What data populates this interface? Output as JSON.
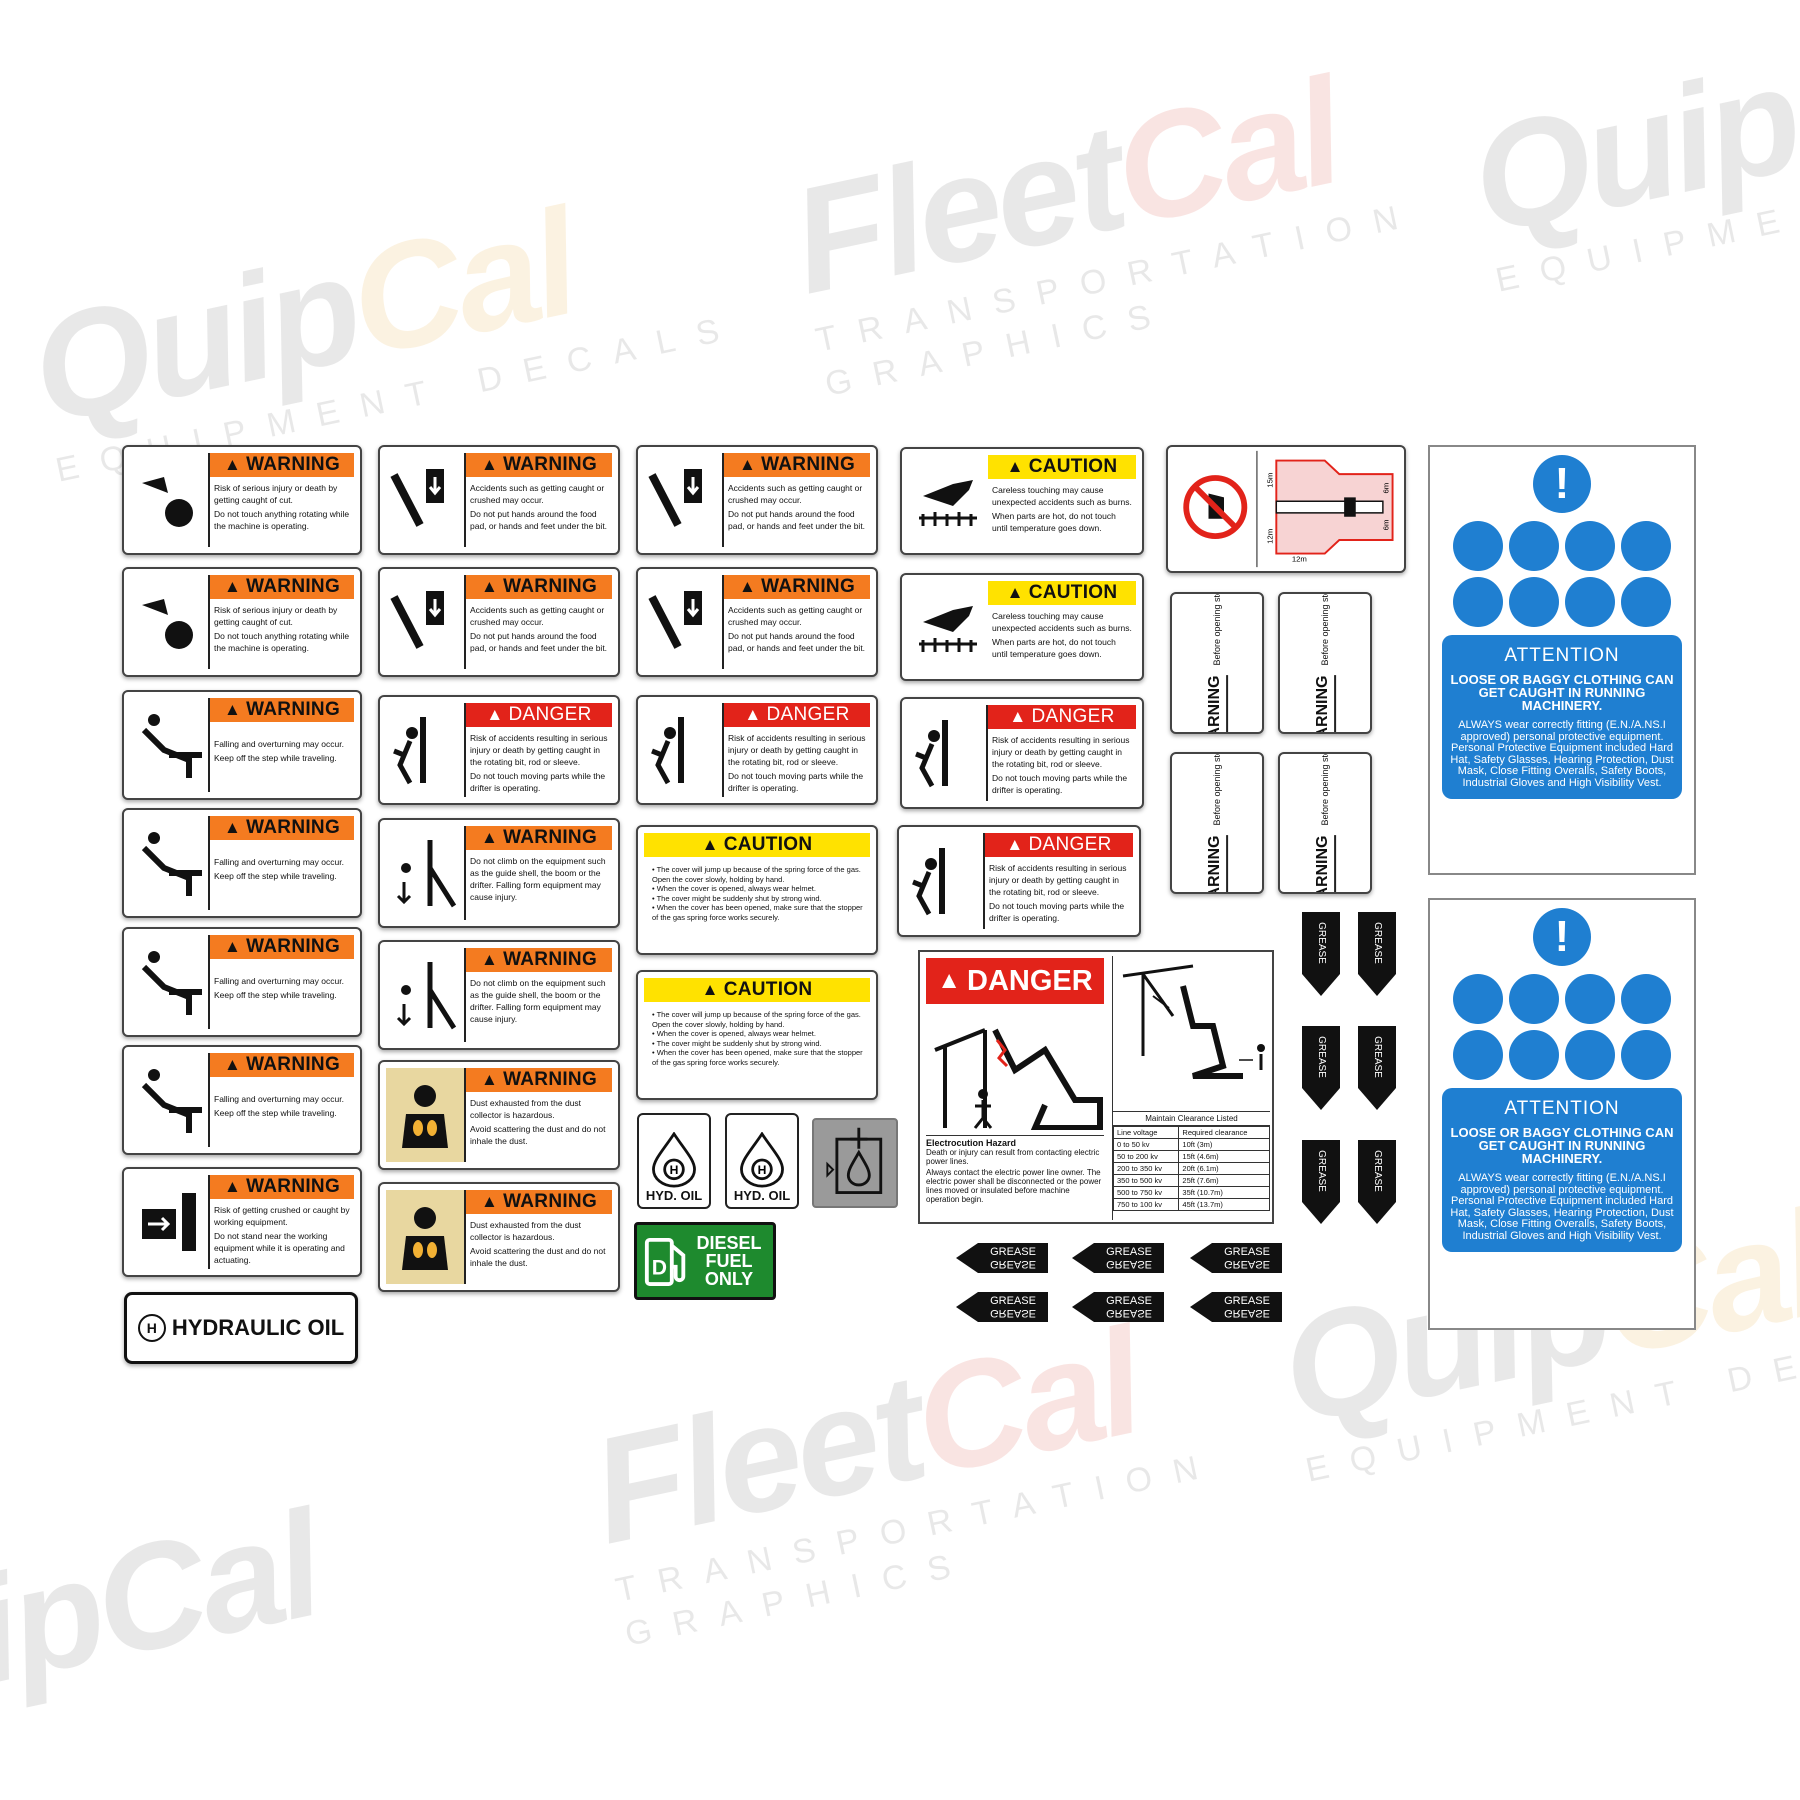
{
  "watermarks": {
    "fleet_a": "Fleet",
    "fleet_b": "Cal",
    "fleet_sub1": "TRANSPORTATION",
    "fleet_sub2": "GRAPHICS",
    "quip_a": "Quip",
    "quip_b": "Cal",
    "quip_sub": "EQUIPMENT DECALS"
  },
  "labels": {
    "warning": "WARNING",
    "danger": "DANGER",
    "caution": "CAUTION",
    "attention": "ATTENTION",
    "grease": "GREASE",
    "hyd_oil": "HYD. OIL",
    "hydraulic_oil": "HYDRAULIC OIL",
    "diesel_1": "DIESEL",
    "diesel_2": "FUEL",
    "diesel_3": "ONLY",
    "stop_engine": "Before opening stop engine."
  },
  "texts": {
    "rotating_1": "Risk of serious injury or death by getting caught of cut.",
    "rotating_2": "Do not touch anything rotating while the machine is operating.",
    "feed_1": "Accidents such as getting caught or crushed may occur.",
    "feed_2": "Do not put hands around the food pad, or hands and feet under the bit.",
    "hot_1": "Careless touching may cause unexpected accidents such as burns.",
    "hot_2": "When parts are hot, do not touch until temperature goes down.",
    "fall_1": "Falling and overturning may occur.",
    "fall_2": "Keep off the step while traveling.",
    "rotbit_1": "Risk of accidents resulting in serious injury or death by getting caught in the rotating bit, rod or sleeve.",
    "rotbit_2": "Do not touch moving parts while the drifter is operating.",
    "climb_1": "Do not climb on the equipment such as the guide shell, the boom or the drifter.  Falling form equipment may cause injury.",
    "dust_1": "Dust exhausted from the dust collector is hazardous.",
    "dust_2": "Avoid scattering the dust and do not inhale the dust.",
    "crush_1": "Risk of getting crushed or caught by working equipment.",
    "crush_2": "Do not stand near the working equipment while it is operating and actuating.",
    "spring_1": "The cover will jump up because of the spring force of the gas.  Open the cover slowly, holding by hand.",
    "spring_2": "When the cover is opened, always wear helmet.",
    "spring_3": "The cover might be suddenly shut by strong wind.",
    "spring_4": "When the cover has been opened, make sure that the stopper of the gas spring force works securely.",
    "attn_1": "LOOSE OR BAGGY CLOTHING CAN GET CAUGHT IN RUNNING MACHINERY.",
    "attn_2": "ALWAYS wear correctly fitting (E.N./A.NS.I approved) personal protective equipment. Personal Protective Equipment included Hard Hat, Safety Glasses, Hearing Protection, Dust Mask, Close Fitting Overalls, Safety Boots, Industrial Gloves and High Visibility Vest.",
    "electro_title": "Electrocution Hazard",
    "electro_1": "Death or injury can result from contacting electric power lines.",
    "electro_2": "Always contact the electric power line owner. The electric power shall be disconnected or the power lines moved or insulated before machine operation begin.",
    "clearance_title": "Maintain Clearance Listed",
    "col_voltage": "Line voltage",
    "col_clearance": "Required clearance"
  },
  "clearance_rows": [
    [
      "0 to 50 kv",
      "10ft (3m)"
    ],
    [
      "50 to 200 kv",
      "15ft (4.6m)"
    ],
    [
      "200 to 350 kv",
      "20ft (6.1m)"
    ],
    [
      "350 to 500 kv",
      "25ft (7.6m)"
    ],
    [
      "500 to 750 kv",
      "35ft (10.7m)"
    ],
    [
      "750 to 100 kv",
      "45ft (13.7m)"
    ]
  ],
  "diagram_labels": {
    "d15": "15m",
    "d12a": "12m",
    "d12b": "12m",
    "d6a": "6m",
    "d6b": "6m"
  },
  "colors": {
    "warning": "#f47b20",
    "danger": "#e2231a",
    "caution": "#ffe200",
    "attention_blue": "#1f7fd1",
    "diesel_green": "#1e8a2e"
  }
}
